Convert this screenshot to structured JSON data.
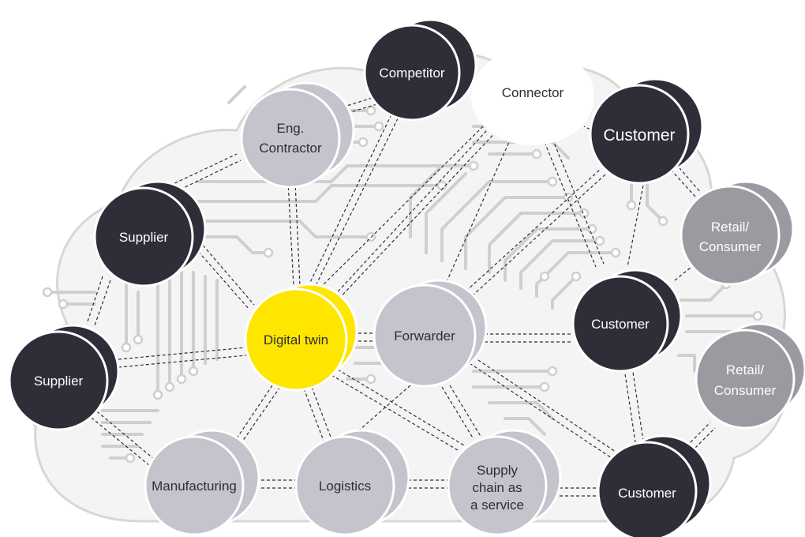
{
  "diagram": {
    "colors": {
      "dark": "#2e2e38",
      "dark_shadow": "#2e2e38",
      "light": "#c4c4cd",
      "mid": "#9a9aa1",
      "accent": "#ffe600",
      "connector": "#ffffff",
      "cloud": "#f4f4f4",
      "trace": "#cfcfcf",
      "text_light": "#ffffff",
      "text_dark": "#2e2e38"
    },
    "nodes": {
      "competitor": {
        "label": "Competitor"
      },
      "connector": {
        "label": "Connector"
      },
      "customer_top": {
        "label": "Customer"
      },
      "eng_contractor": {
        "line1": "Eng.",
        "line2": "Contractor"
      },
      "supplier_top": {
        "label": "Supplier"
      },
      "retail_top": {
        "line1": "Retail/",
        "line2": "Consumer"
      },
      "digital_twin": {
        "label": "Digital twin"
      },
      "forwarder": {
        "label": "Forwarder"
      },
      "customer_mid": {
        "label": "Customer"
      },
      "supplier_left": {
        "label": "Supplier"
      },
      "retail_mid": {
        "line1": "Retail/",
        "line2": "Consumer"
      },
      "manufacturing": {
        "label": "Manufacturing"
      },
      "logistics": {
        "label": "Logistics"
      },
      "scaas": {
        "line1": "Supply",
        "line2": "chain as",
        "line3": "a service"
      },
      "customer_bottom": {
        "label": "Customer"
      }
    }
  }
}
